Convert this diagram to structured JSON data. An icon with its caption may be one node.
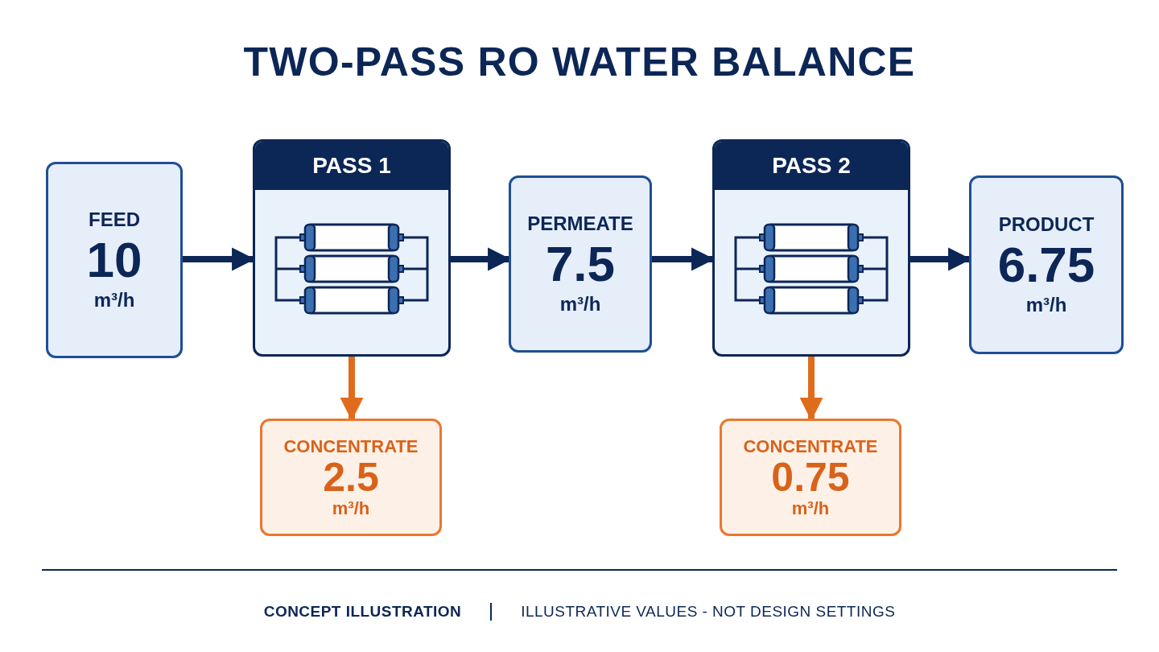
{
  "diagram": {
    "title": "TWO-PASS RO WATER BALANCE",
    "nodes": [
      {
        "text": [
          "FEED",
          "10",
          "m³/h"
        ]
      },
      {
        "text": [
          "PASS 1"
        ]
      },
      {
        "text": [
          "PERMEATE",
          "7.5",
          "m³/h"
        ]
      },
      {
        "text": [
          "PASS 2"
        ]
      },
      {
        "text": [
          "PRODUCT",
          "6.75",
          "m³/h"
        ]
      },
      {
        "text": [
          "CONCENTRATE",
          "2.5",
          "m³/h"
        ]
      },
      {
        "text": [
          "CONCENTRATE",
          "0.75",
          "m³/h"
        ]
      }
    ],
    "edges": [
      {
        "from": 0,
        "to": 1,
        "arrow": "to"
      },
      {
        "from": 1,
        "to": 2,
        "arrow": "to"
      },
      {
        "from": 2,
        "to": 3,
        "arrow": "to"
      },
      {
        "from": 3,
        "to": 4,
        "arrow": "to"
      },
      {
        "from": 1,
        "to": 5,
        "arrow": "to",
        "color": "#df6c1d"
      },
      {
        "from": 3,
        "to": 6,
        "arrow": "to",
        "color": "#df6c1d"
      }
    ],
    "labels": [
      "CONCEPT ILLUSTRATION",
      "ILLUSTRATIVE VALUES - NOT DESIGN SETTINGS"
    ]
  }
}
